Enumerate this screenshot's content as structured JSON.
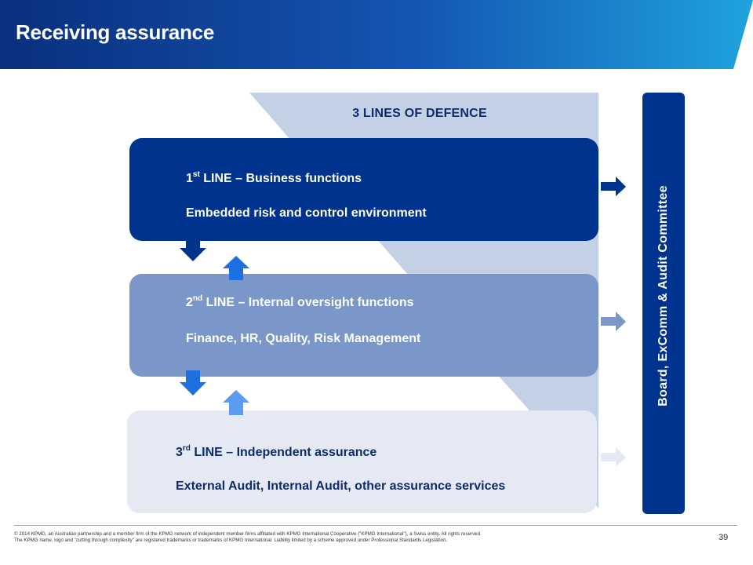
{
  "header": {
    "title": "Receiving assurance"
  },
  "diagram": {
    "heading": "3 LINES OF DEFENCE",
    "lines": [
      {
        "ordinal": "1",
        "suffix": "st",
        "title_rest": " LINE – Business functions",
        "description": "Embedded risk and control environment"
      },
      {
        "ordinal": "2",
        "suffix": "nd",
        "title_rest": " LINE – Internal oversight functions",
        "description": "Finance, HR, Quality, Risk Management"
      },
      {
        "ordinal": "3",
        "suffix": "rd",
        "title_rest": " LINE – Independent assurance",
        "description": "External Audit, Internal Audit, other assurance services"
      }
    ],
    "side_label": "Board, ExComm & Audit Committee"
  },
  "footer": {
    "legal": "© 2014 KPMG, an Australian partnership and a member firm of the KPMG network of independent member firms affiliated with KPMG International Cooperative (\"KPMG International\"), a Swiss entity. All rights reserved. The KPMG name, logo and \"cutting through complexity\" are registered trademarks or trademarks of KPMG International. Liability limited by a scheme approved under Professional Standards Legislation.",
    "page_number": "39"
  },
  "colors": {
    "kpmg_blue": "#00338d",
    "medium_blue": "#7b97c9",
    "light_blue": "#e4e9f3",
    "background_band": "#c3d0e6",
    "arrow_blue": "#1e6fe0",
    "arrow_light": "#5b9bf0"
  }
}
